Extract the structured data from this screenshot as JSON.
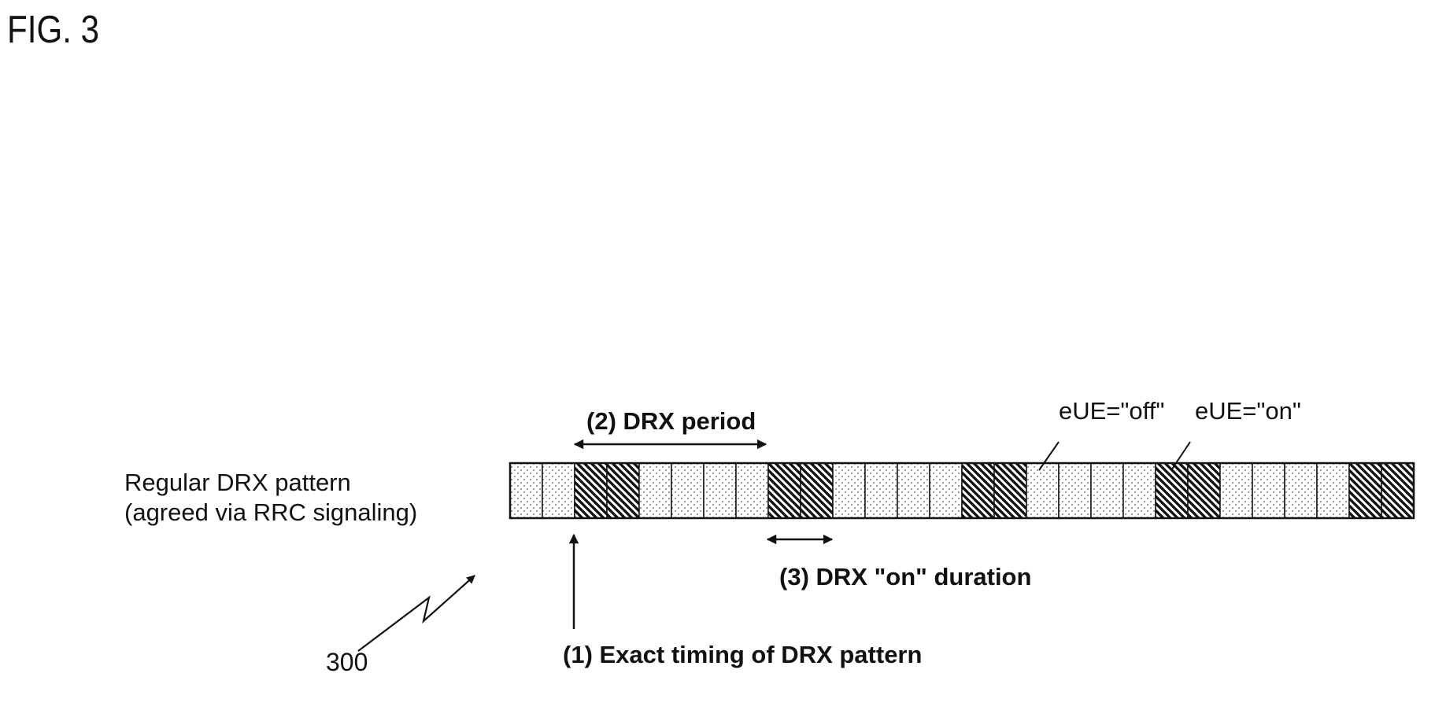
{
  "figure": {
    "title": "FIG. 3",
    "reference_numeral": "300"
  },
  "pattern": {
    "label_line1": "Regular DRX pattern",
    "label_line2": "(agreed via RRC signaling)",
    "cells": [
      "off",
      "off",
      "on",
      "on",
      "off",
      "off",
      "off",
      "off",
      "on",
      "on",
      "off",
      "off",
      "off",
      "off",
      "on",
      "on",
      "off",
      "off",
      "off",
      "off",
      "on",
      "on",
      "off",
      "off",
      "off",
      "off",
      "on",
      "on"
    ]
  },
  "annotations": {
    "timing": "(1) Exact timing of DRX pattern",
    "period": "(2) DRX period",
    "on_duration": "(3) DRX \"on\" duration"
  },
  "legend": {
    "off": "eUE=\"off\"",
    "on": "eUE=\"on\""
  },
  "colors": {
    "ink": "#111111",
    "off_dots": "#555555"
  }
}
